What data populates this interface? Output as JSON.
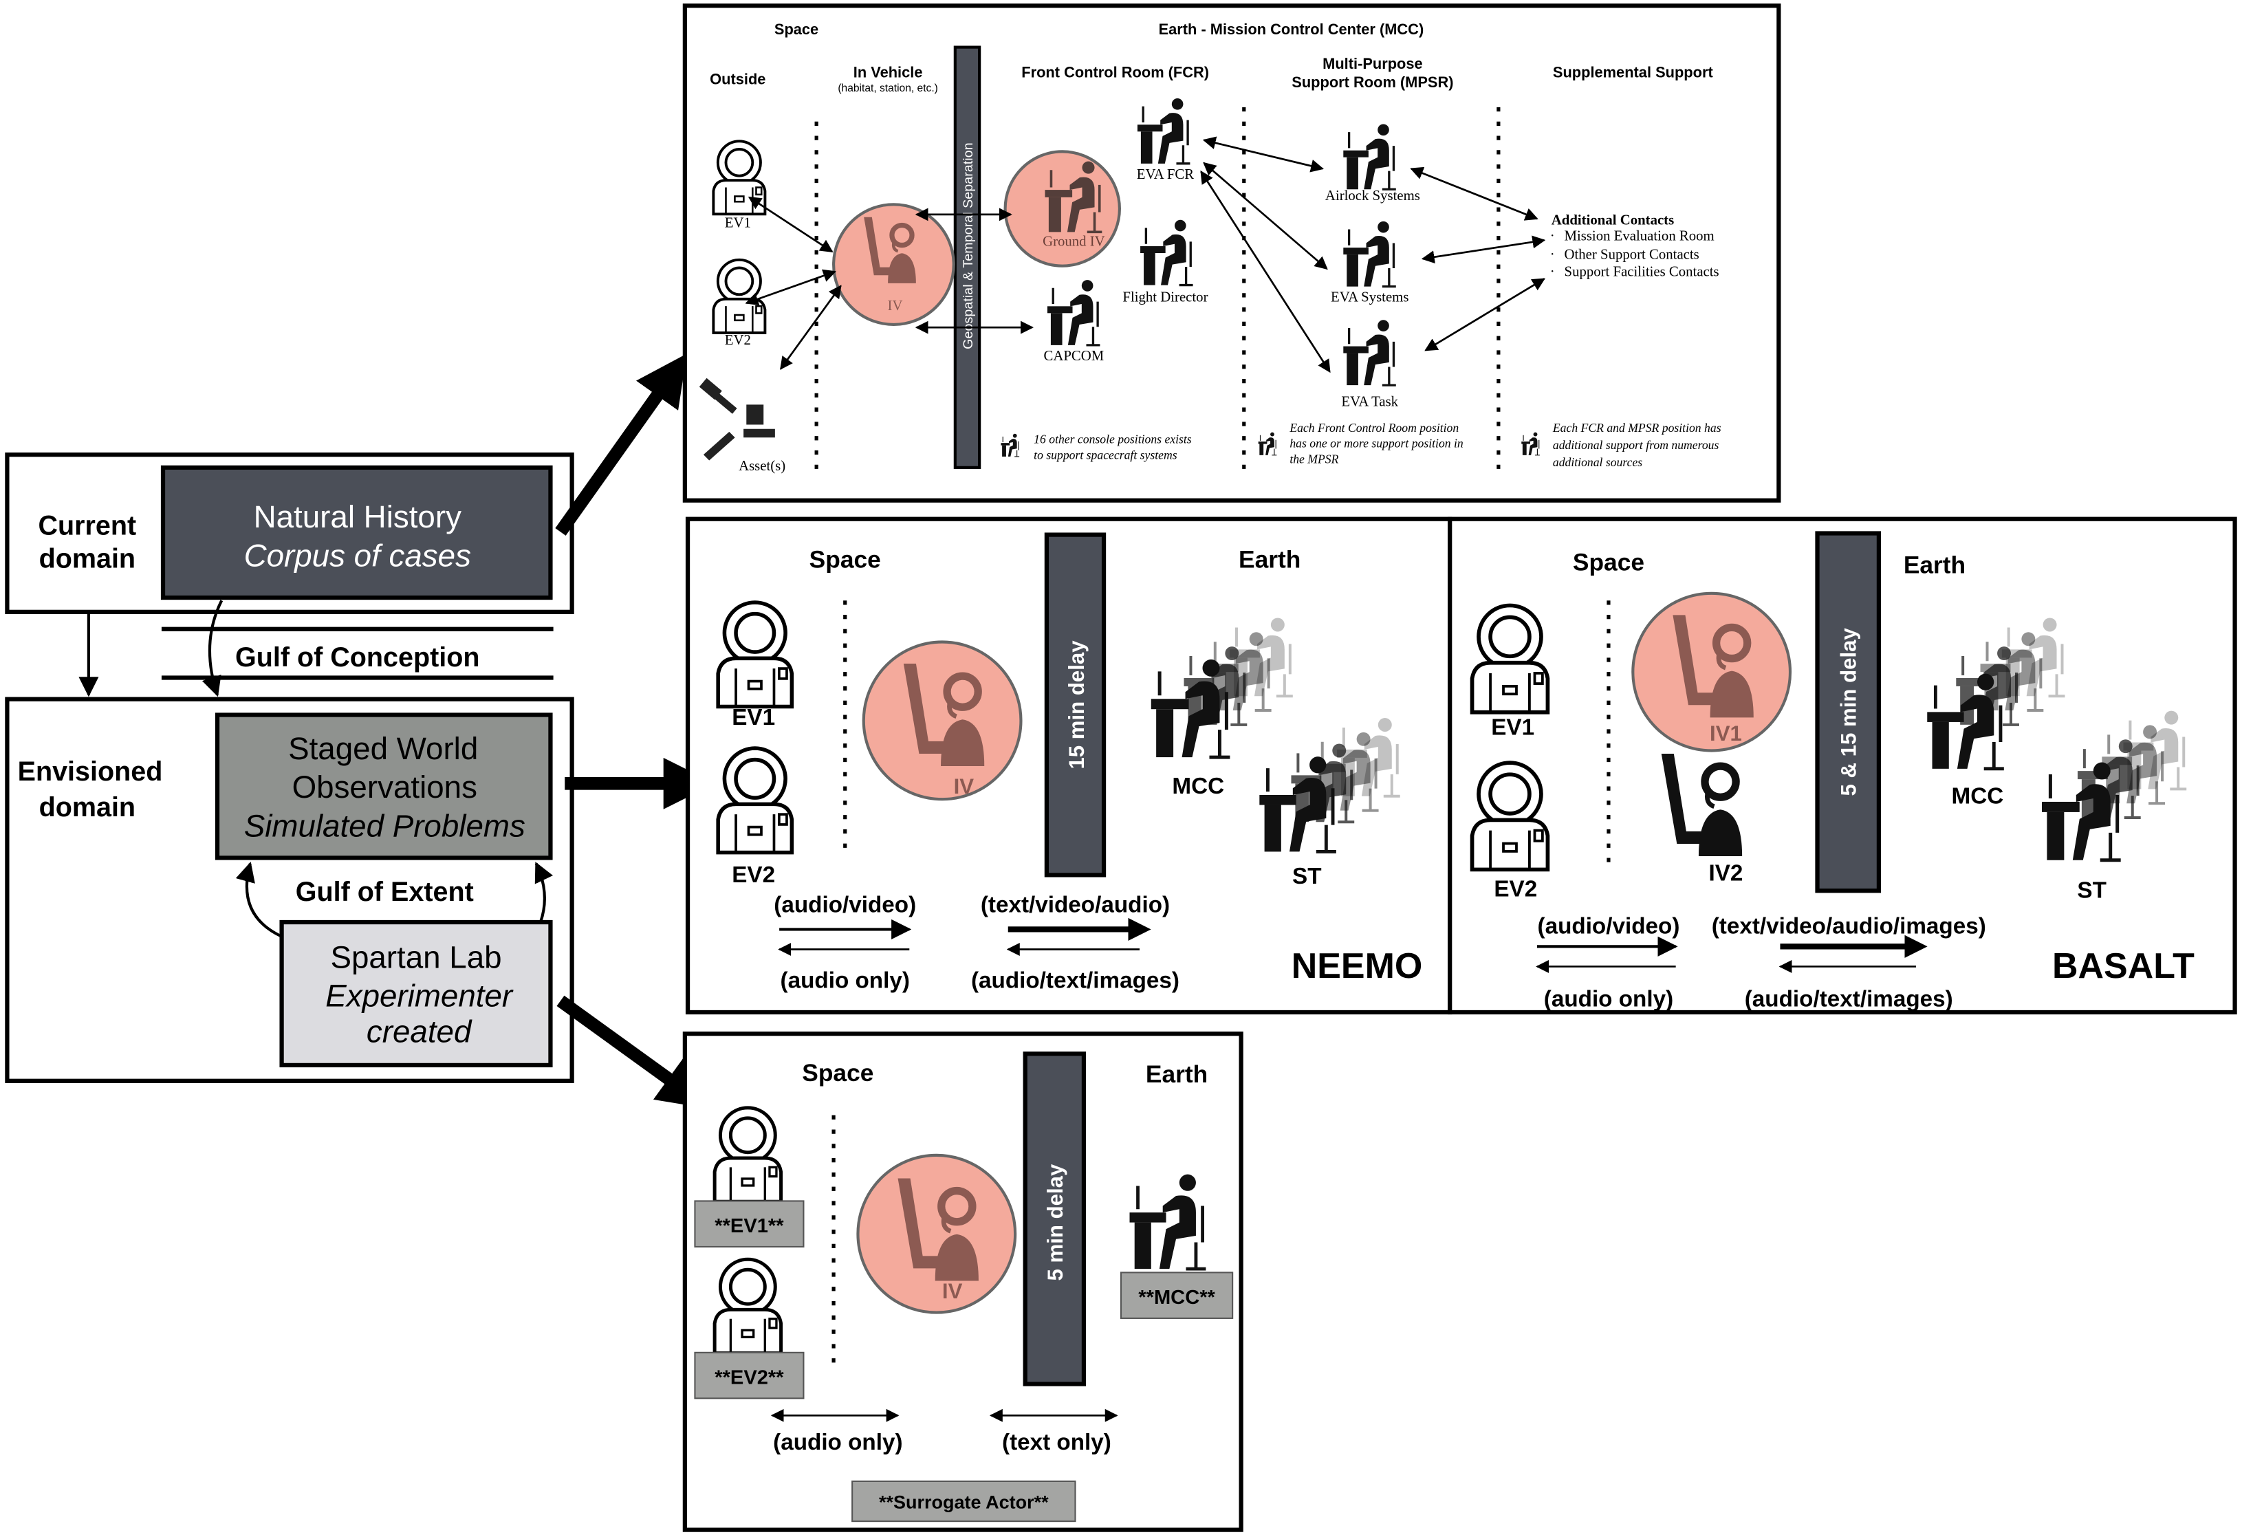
{
  "colors": {
    "dark_box": "#4b4f58",
    "staged_box": "#8f928f",
    "spartan_box": "#dcdce0",
    "iv_circle": "#f4aa9c",
    "iv_figure": "#8c5a52",
    "label_box": "#a4a5a3"
  },
  "left": {
    "current_domain": [
      "Current",
      "domain"
    ],
    "natural_history": {
      "title": "Natural History",
      "subtitle": "Corpus of cases"
    },
    "gulf_conception": "Gulf of Conception",
    "envisioned_domain": [
      "Envisioned",
      "domain"
    ],
    "staged_world": {
      "line1": "Staged World",
      "line2": "Observations",
      "line3": "Simulated Problems"
    },
    "gulf_extent": "Gulf of Extent",
    "spartan_lab": {
      "line1": "Spartan Lab",
      "line2": "Experimenter",
      "line3": "created"
    }
  },
  "nasa": {
    "space": "Space",
    "earth": "Earth - Mission Control Center (MCC)",
    "outside": "Outside",
    "in_vehicle": "In Vehicle",
    "in_vehicle_sub": "(habitat, station, etc.)",
    "fcr": "Front Control Room (FCR)",
    "mpsr": [
      "Multi-Purpose",
      "Support Room (MPSR)"
    ],
    "supplemental": "Supplemental Support",
    "separation": "Geospatial & Temporal Separation",
    "ev1": "EV1",
    "ev2": "EV2",
    "assets": "Asset(s)",
    "iv": "IV",
    "ground_iv": "Ground IV",
    "eva_fcr": "EVA FCR",
    "flight_director": "Flight Director",
    "capcom": "CAPCOM",
    "airlock": "Airlock Systems",
    "eva_systems": "EVA Systems",
    "eva_task": "EVA Task",
    "additional_contacts": "Additional Contacts",
    "contacts": [
      "Mission Evaluation Room",
      "Other Support Contacts",
      "Support Facilities Contacts"
    ],
    "note_fcr": [
      "16 other console positions exists",
      "to support spacecraft systems"
    ],
    "note_mpsr": [
      "Each Front Control Room position",
      "has one or more support position in",
      "the MPSR"
    ],
    "note_supp": [
      "Each FCR and MPSR position has",
      "additional support from numerous",
      "additional sources"
    ]
  },
  "neemo": {
    "space": "Space",
    "earth": "Earth",
    "ev1": "EV1",
    "ev2": "EV2",
    "iv": "IV",
    "delay": "15 min delay",
    "mcc": "MCC",
    "st": "ST",
    "up_left": "(audio/video)",
    "down_left": "(audio only)",
    "up_right": "(text/video/audio)",
    "down_right": "(audio/text/images)",
    "name": "NEEMO"
  },
  "basalt": {
    "space": "Space",
    "earth": "Earth",
    "ev1": "EV1",
    "ev2": "EV2",
    "iv1": "IV1",
    "iv2": "IV2",
    "delay": "5 & 15 min delay",
    "mcc": "MCC",
    "st": "ST",
    "up_left": "(audio/video)",
    "down_left": "(audio only)",
    "up_right": "(text/video/audio/images)",
    "down_right": "(audio/text/images)",
    "name": "BASALT"
  },
  "spartan": {
    "space": "Space",
    "earth": "Earth",
    "ev1": "**EV1**",
    "ev2": "**EV2**",
    "iv": "IV",
    "delay": "5 min delay",
    "mcc": "**MCC**",
    "left_link": "(audio only)",
    "right_link": "(text only)",
    "surrogate": "**Surrogate Actor**"
  }
}
